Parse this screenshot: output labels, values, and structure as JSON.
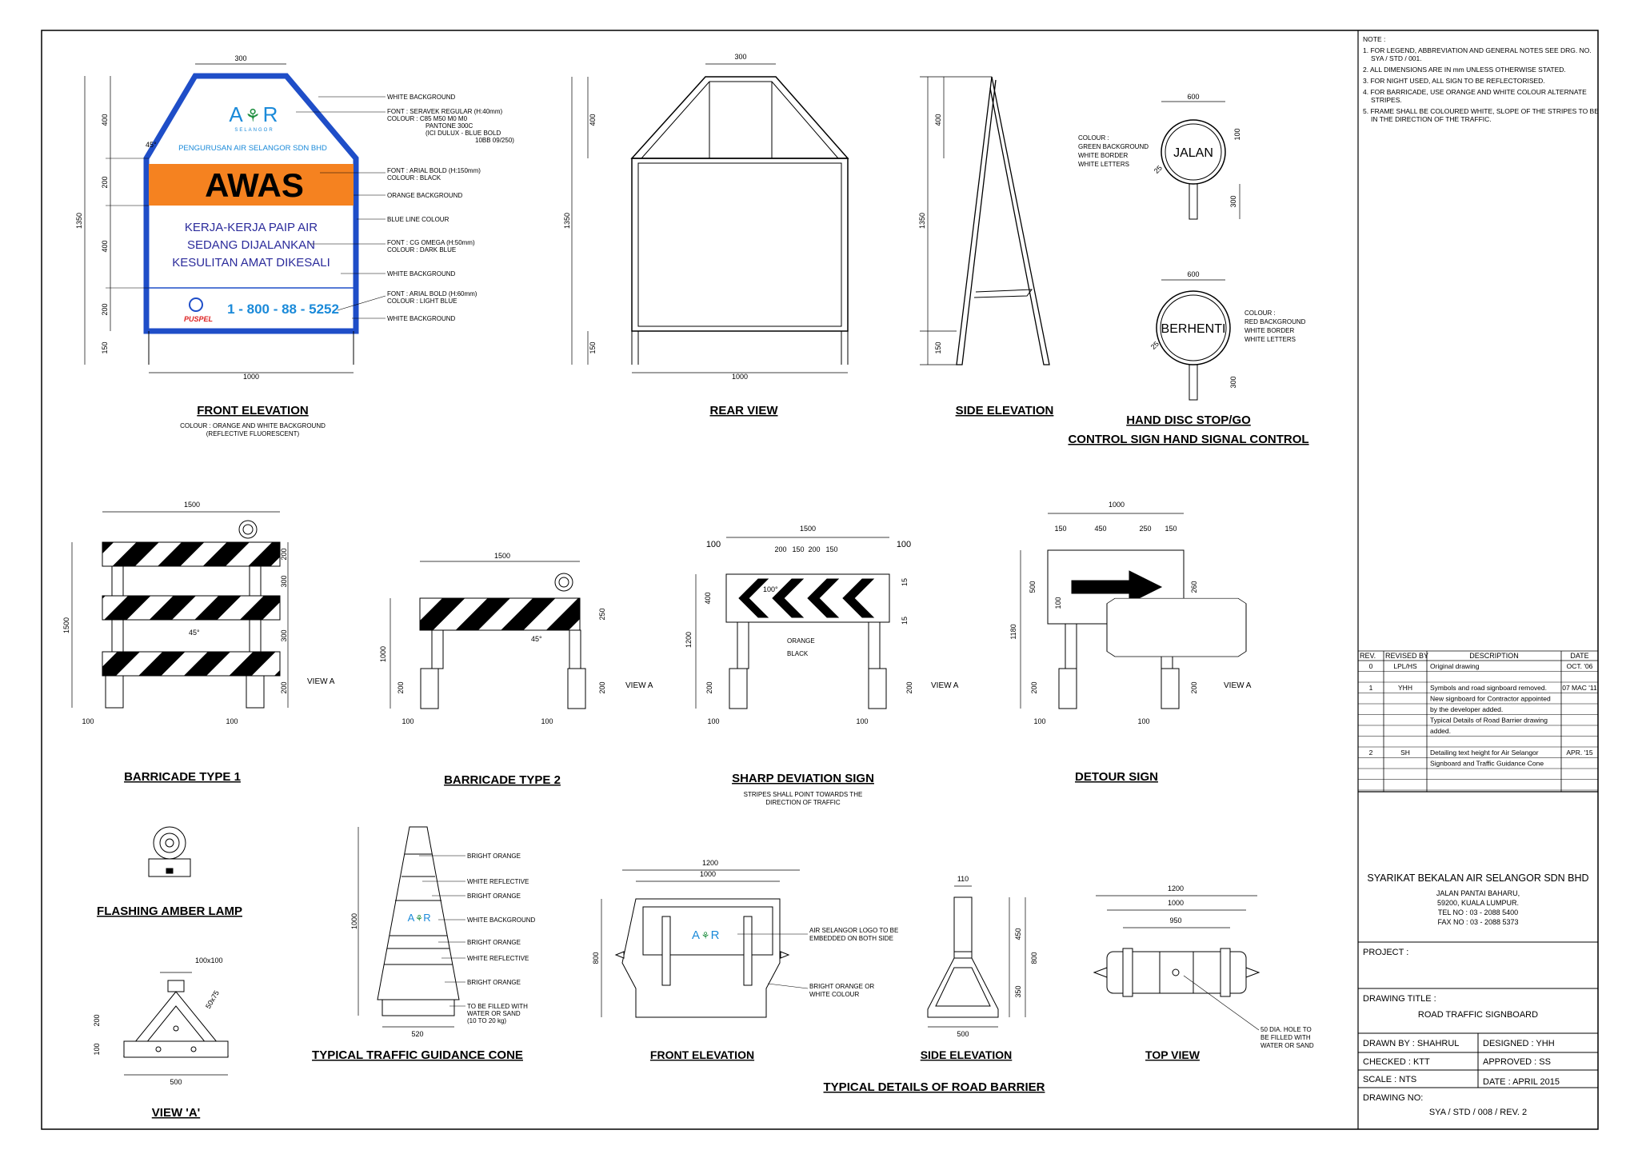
{
  "colors": {
    "line": "#000000",
    "brand_blue": "#1f4ec8",
    "orange": "#f58220",
    "light_blue": "#1b8ad9",
    "dark_blue": "#2b2b9b",
    "green": "#1e8e3e"
  },
  "notes": {
    "heading": "NOTE :",
    "items": [
      "1. FOR LEGEND, ABBREVIATION AND GENERAL NOTES SEE DRG. NO.",
      "SYA / STD / 001.",
      "2. ALL DIMENSIONS ARE IN mm UNLESS OTHERWISE STATED.",
      "3. FOR NIGHT USED, ALL SIGN TO BE REFLECTORISED.",
      "4. FOR BARRICADE, USE ORANGE AND WHITE COLOUR ALTERNATE",
      "STRIPES.",
      "5. FRAME SHALL BE COLOURED WHITE, SLOPE OF THE STRIPES TO BE",
      "IN THE DIRECTION OF THE TRAFFIC."
    ]
  },
  "sign": {
    "logo_a": "A",
    "logo_r": "R",
    "logo_sub": "SELANGOR",
    "company_line": "PENGURUSAN AIR SELANGOR SDN BHD",
    "awas": "AWAS",
    "msg1": "KERJA-KERJA PAIP AIR",
    "msg2": "SEDANG DIJALANKAN",
    "msg3": "KESULITAN AMAT DIKESALI",
    "puspel": "PUSPEL",
    "phone": "1 - 800 - 88 - 5252"
  },
  "front_labels": [
    "WHITE BACKGROUND",
    "FONT : SERAVEK REGULAR  (H:40mm)",
    "COLOUR : C85  M50  M0  M0",
    "PANTONE 300C",
    "(ICI DULUX  -  BLUE BOLD",
    "10BB 09/250)",
    "FONT : ARIAL BOLD  (H:150mm)",
    "COLOUR : BLACK",
    "ORANGE BACKGROUND",
    "BLUE LINE COLOUR",
    "FONT : CG OMEGA  (H:50mm)",
    "COLOUR : DARK BLUE",
    "WHITE BACKGROUND",
    "FONT : ARIAL BOLD  (H:60mm)",
    "COLOUR : LIGHT BLUE",
    "WHITE BACKGROUND"
  ],
  "dims": {
    "d300": "300",
    "d400": "400",
    "d200": "200",
    "d150": "150",
    "d1350": "1350",
    "d1000": "1000",
    "d600": "600",
    "d100": "100",
    "d25": "25",
    "d45": "45°",
    "d1500": "1500",
    "d250": "250",
    "d450": "450",
    "d1200": "1200",
    "d260": "260",
    "d1180": "1180",
    "d500": "500",
    "d15": "15",
    "d100deg": "100°",
    "d110": "110",
    "d950": "950",
    "d800": "800",
    "d350": "350",
    "d520": "520",
    "d100x100": "100x100",
    "d50x75": "50x75"
  },
  "titles": {
    "front_elevation": "FRONT  ELEVATION",
    "front_colour1": "COLOUR : ORANGE AND WHITE BACKGROUND",
    "front_colour2": "(REFLECTIVE  FLUORESCENT)",
    "rear_view": "REAR  VIEW",
    "side_elevation": "SIDE  ELEVATION",
    "hand_disc1": "HAND  DISC  STOP/GO",
    "hand_disc2": "CONTROL  SIGN  HAND  SIGNAL  CONTROL",
    "barricade1": "BARRICADE  TYPE  1",
    "barricade2": "BARRICADE  TYPE  2",
    "sharp": "SHARP  DEVIATION  SIGN",
    "sharp_note1": "STRIPES SHALL POINT TOWARDS THE",
    "sharp_note2": "DIRECTION OF TRAFFIC",
    "detour": "DETOUR  SIGN",
    "lamp": "FLASHING  AMBER  LAMP",
    "view_a_title": "VIEW  'A'",
    "cone": "TYPICAL  TRAFFIC  GUIDANCE  CONE",
    "rb_front": "FRONT  ELEVATION",
    "rb_side": "SIDE  ELEVATION",
    "rb_top": "TOP  VIEW",
    "road_barrier": "TYPICAL  DETAILS  OF  ROAD  BARRIER"
  },
  "hand_disc": {
    "jalan": "JALAN",
    "berhenti": "BERHENTI",
    "jalan_labels": [
      "COLOUR :",
      "GREEN  BACKGROUND",
      "WHITE  BORDER",
      "WHITE  LETTERS"
    ],
    "berhenti_labels": [
      "COLOUR :",
      "RED  BACKGROUND",
      "WHITE  BORDER",
      "WHITE  LETTERS"
    ]
  },
  "misc": {
    "view_a": "VIEW  A",
    "orange": "ORANGE",
    "black": "BLACK"
  },
  "cone_labels": [
    "BRIGHT  ORANGE",
    "WHITE  REFLECTIVE",
    "BRIGHT  ORANGE",
    "WHITE  BACKGROUND",
    "BRIGHT  ORANGE",
    "WHITE  REFLECTIVE",
    "BRIGHT  ORANGE",
    "TO  BE  FILLED  WITH",
    "WATER  OR  SAND",
    "(10  TO  20  kg)"
  ],
  "barrier_labels": [
    "AIR  SELANGOR  LOGO  TO  BE",
    "EMBEDDED  ON  BOTH  SIDE",
    "BRIGHT  ORANGE  OR",
    "WHITE  COLOUR",
    "50  DIA.  HOLE  TO",
    "BE  FILLED  WITH",
    "WATER  OR  SAND"
  ],
  "revisions": {
    "headers": [
      "REV.",
      "REVISED BY",
      "DESCRIPTION",
      "DATE"
    ],
    "rows": [
      [
        "0",
        "LPL/HS",
        "Original drawing",
        "OCT. '06"
      ],
      [
        "",
        "",
        "",
        ""
      ],
      [
        "1",
        "YHH",
        "Symbols and road signboard removed.",
        "07 MAC '11"
      ],
      [
        "",
        "",
        "New signboard for Contractor appointed",
        ""
      ],
      [
        "",
        "",
        "by the developer added.",
        ""
      ],
      [
        "",
        "",
        "Typical Details of Road Barrier drawing",
        ""
      ],
      [
        "",
        "",
        "added.",
        ""
      ],
      [
        "",
        "",
        "",
        ""
      ],
      [
        "2",
        "SH",
        "Detailing text height for Air Selangor",
        "APR. '15"
      ],
      [
        "",
        "",
        "Signboard and Traffic Guidance Cone",
        ""
      ],
      [
        "",
        "",
        "",
        ""
      ],
      [
        "",
        "",
        "",
        ""
      ]
    ]
  },
  "titleblock": {
    "company": "SYARIKAT BEKALAN AIR SELANGOR SDN BHD",
    "addr1": "JALAN PANTAI BAHARU,",
    "addr2": "59200, KUALA LUMPUR.",
    "tel": "TEL NO : 03 - 2088 5400",
    "fax": "FAX NO : 03 - 2088 5373",
    "project": "PROJECT :",
    "drawing_title_label": "DRAWING TITLE :",
    "drawing_title": "ROAD TRAFFIC SIGNBOARD",
    "drawn_by": "DRAWN BY : SHAHRUL",
    "designed": "DESIGNED : YHH",
    "checked": "CHECKED : KTT",
    "approved": "APPROVED : SS",
    "scale": "SCALE : NTS",
    "date": "DATE : APRIL 2015",
    "drawing_no_label": "DRAWING NO:",
    "drawing_no": "SYA / STD / 008 / REV. 2"
  }
}
